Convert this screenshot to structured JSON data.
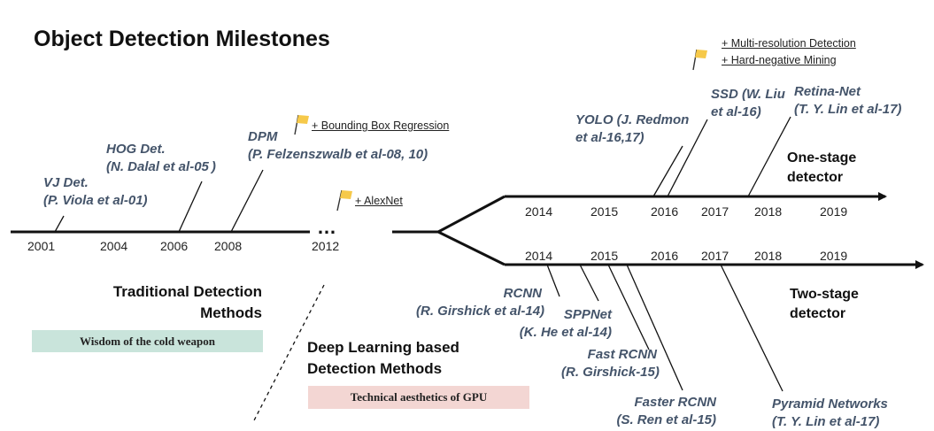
{
  "title": "Object Detection Milestones",
  "traditional": {
    "years": [
      "2001",
      "2004",
      "2006",
      "2008",
      "2012"
    ],
    "ellipsis": "…",
    "detectors": [
      {
        "name": "VJ Det.",
        "author": "(P. Viola et al-01)"
      },
      {
        "name": "HOG Det.",
        "author": "(N. Dalal et al-05 )"
      },
      {
        "name": "DPM",
        "author": "(P. Felzenszwalb et al-08, 10)"
      }
    ],
    "label_line1": "Traditional Detection",
    "label_line2": "Methods",
    "tagline": "Wisdom of the cold weapon",
    "tag_color": "#c9e4db"
  },
  "deep": {
    "label_line1": "Deep Learning based",
    "label_line2": "Detection Methods",
    "tagline": "Technical aesthetics of GPU",
    "tag_color": "#f3d6d3"
  },
  "notes": {
    "bbox_regression": "+ Bounding Box Regression",
    "alexnet": "+ AlexNet",
    "multi_resolution": "+ Multi-resolution Detection",
    "hard_negative": "+ Hard-negative Mining"
  },
  "one_stage": {
    "label_line1": "One-stage",
    "label_line2": "detector",
    "years": [
      "2014",
      "2015",
      "2016",
      "2017",
      "2018",
      "2019"
    ],
    "detectors": [
      {
        "name": "YOLO (J. Redmon",
        "author": "et al-16,17)"
      },
      {
        "name": "SSD (W. Liu",
        "author": "et al-16)"
      },
      {
        "name": "Retina-Net",
        "author": "(T. Y. Lin et al-17)"
      }
    ]
  },
  "two_stage": {
    "label_line1": "Two-stage",
    "label_line2": "detector",
    "years": [
      "2014",
      "2015",
      "2016",
      "2017",
      "2018",
      "2019"
    ],
    "detectors": [
      {
        "name": "RCNN",
        "author": "(R. Girshick et al-14)"
      },
      {
        "name": "SPPNet",
        "author": "(K. He et al-14)"
      },
      {
        "name": "Fast RCNN",
        "author": "(R. Girshick-15)"
      },
      {
        "name": "Faster RCNN",
        "author": "(S. Ren et al-15)"
      },
      {
        "name": "Pyramid Networks",
        "author": "(T. Y. Lin et al-17)"
      }
    ]
  },
  "colors": {
    "line": "#111111",
    "detector_text": "#44546a",
    "flag": "#f6c94a"
  }
}
